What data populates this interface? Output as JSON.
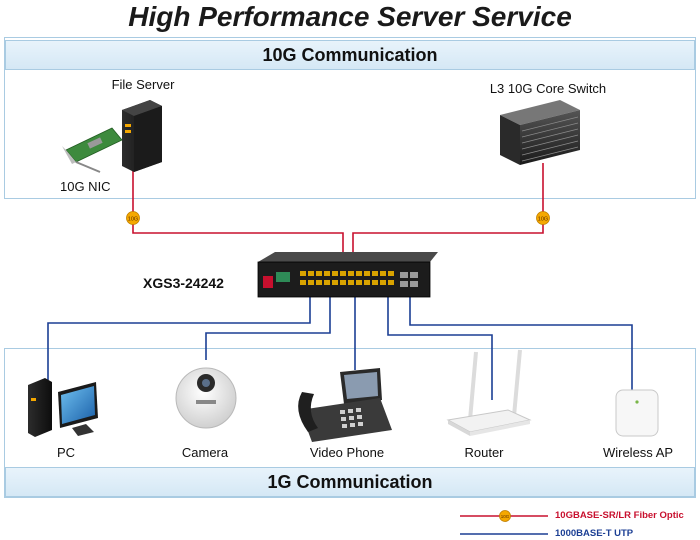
{
  "title": "High Performance Server Service",
  "top_band": "10G Communication",
  "bottom_band": "1G Communication",
  "devices": {
    "file_server": "File Server",
    "nic": "10G NIC",
    "core_switch": "L3 10G Core Switch",
    "main_switch": "XGS3-24242",
    "pc": "PC",
    "camera": "Camera",
    "video_phone": "Video Phone",
    "router": "Router",
    "wireless_ap": "Wireless AP"
  },
  "link_badge": "10G",
  "legend": {
    "fiber": "10GBASE-SR/LR Fiber Optic",
    "utp": "1000BASE-T UTP"
  },
  "colors": {
    "fiber": "#c8102e",
    "utp": "#1c3f94",
    "badge": "#f5a800"
  }
}
